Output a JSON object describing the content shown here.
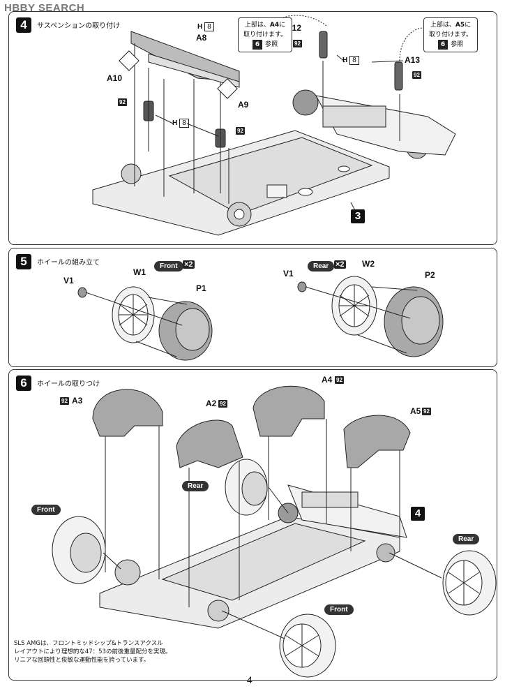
{
  "logo": {
    "main": "H",
    "rest": "BBY SEARCH"
  },
  "page_number": "4",
  "step4": {
    "number": "4",
    "title": "サスペンションの取り付け",
    "labels": {
      "a8": "A8",
      "a10": "A10",
      "a9": "A9",
      "a12": "A12",
      "a13": "A13"
    },
    "h_left": "H",
    "h_left_num": "8",
    "h_top": "H",
    "h_top_num": "8",
    "h_mid": "H",
    "h_mid_num": "8",
    "badge": "92",
    "note_left": {
      "line1": "上部は、",
      "part": "A4",
      "line1_end": "に",
      "line2": "取り付けます。",
      "ref": "6",
      "ref_text": "参照"
    },
    "note_right": {
      "line1": "上部は、",
      "part": "A5",
      "line1_end": "に",
      "line2": "取り付けます。",
      "ref": "6",
      "ref_text": "参照"
    },
    "chassis_ref": "3"
  },
  "step5": {
    "number": "5",
    "title": "ホイールの組み立て",
    "front": {
      "pill": "Front",
      "x2": "×2",
      "v1": "V1",
      "w1": "W1",
      "p1": "P1"
    },
    "rear": {
      "pill": "Rear",
      "x2": "×2",
      "v1": "V1",
      "w2": "W2",
      "p2": "P2"
    }
  },
  "step6": {
    "number": "6",
    "title": "ホイールの取りつけ",
    "labels": {
      "a3": "A3",
      "a2": "A2",
      "a4": "A4",
      "a5": "A5"
    },
    "badge": "92",
    "pill_rear_top": "Rear",
    "pill_front_left": "Front",
    "pill_rear_right": "Rear",
    "pill_front_bottom": "Front",
    "sub_ref": "4",
    "info": {
      "line1": "SLS AMGは、フロントミッドシップ&トランスアクスル",
      "line2": "レイアウトにより理想的な47：53の前後重量配分を実現。",
      "line3": "リニアな回頭性と俊敏な運動性能を誇っています。"
    }
  },
  "colors": {
    "ink": "#111111",
    "shade": "#9a9a9a",
    "panel_border": "#333333"
  }
}
